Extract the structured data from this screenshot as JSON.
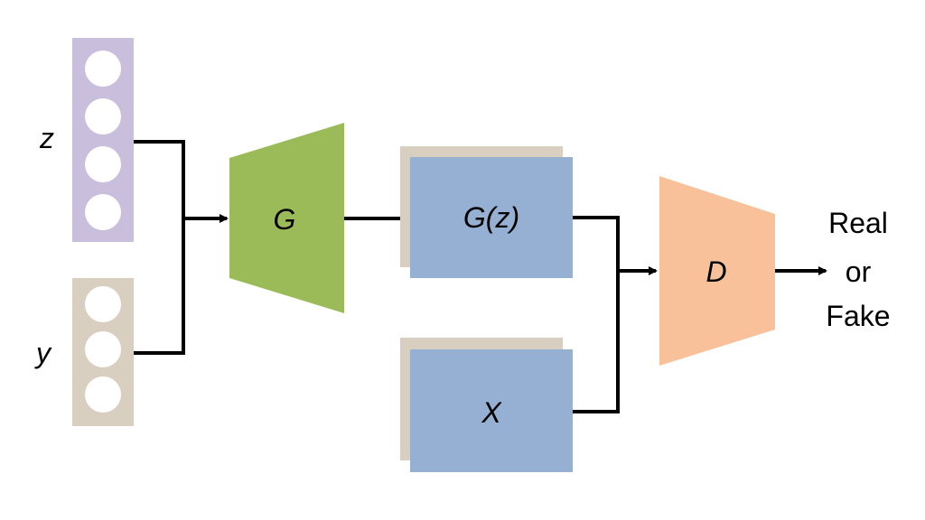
{
  "diagram": {
    "z_label": "z",
    "y_label": "y",
    "generator_label": "G",
    "generated_label": "G(z)",
    "real_data_label": "X",
    "discriminator_label": "D",
    "output_line1": "Real",
    "output_line2": "or",
    "output_line3": "Fake"
  },
  "colors": {
    "z_vector": "#c9bedb",
    "y_vector": "#d9cfc1",
    "generator": "#9bbb59",
    "sample_box": "#95b0d2",
    "sample_shadow": "#d9cfc1",
    "discriminator": "#f8c19a",
    "lines": "#000000"
  }
}
